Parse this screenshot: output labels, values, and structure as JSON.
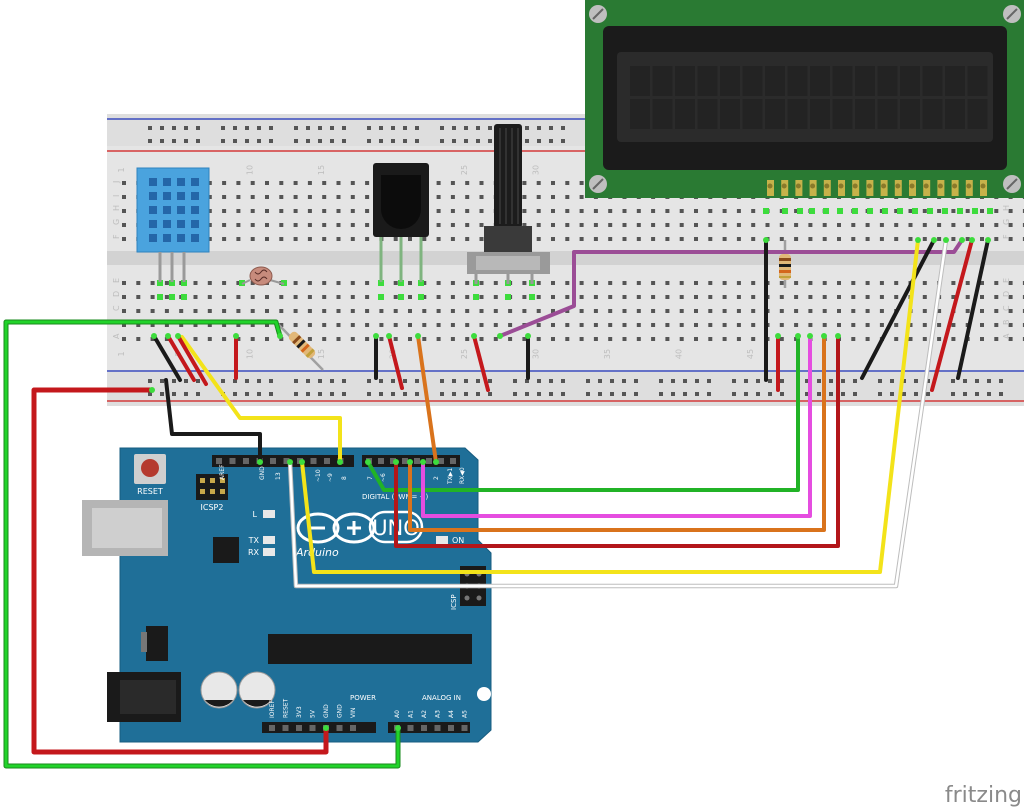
{
  "breadboard": {
    "row_letters_top": [
      "J",
      "I",
      "H",
      "G",
      "F"
    ],
    "row_letters_bottom": [
      "E",
      "D",
      "C",
      "B",
      "A"
    ],
    "column_numbers": [
      "1",
      "5",
      "10",
      "15",
      "20",
      "25",
      "30",
      "35",
      "40",
      "45"
    ]
  },
  "arduino": {
    "logo": "UNO",
    "brand": "Arduino",
    "reset_label": "RESET",
    "icsp2_label": "ICSP2",
    "icsp_label": "ICSP",
    "aref_label": "AREF",
    "gnd_label": "GND",
    "pin_13": "13",
    "pin_10": "~10",
    "pin_9": "~9",
    "pin_8": "8",
    "pin_7": "7",
    "pin_6": "~6",
    "pin_2": "2",
    "pin_tx": "TX▶1",
    "pin_rx": "RX◀0",
    "digital_label": "DIGITAL (PWM= ~)",
    "l_label": "L",
    "tx_label": "TX",
    "rx_label": "RX",
    "on_label": "ON",
    "power_label": "POWER",
    "analog_label": "ANALOG IN",
    "power_pins": [
      "IOREF",
      "RESET",
      "3V3",
      "5V",
      "GND",
      "GND",
      "VIN"
    ],
    "analog_pins": [
      "A0",
      "A1",
      "A2",
      "A3",
      "A4",
      "A5"
    ]
  },
  "watermark": "fritzing",
  "colors": {
    "board": "#1f6f98",
    "lcd_pcb": "#2a7a33",
    "wire_red": "#c4181c",
    "wire_green": "#21b326",
    "wire_yellow": "#f3e31a",
    "wire_black": "#1a1a1a",
    "wire_orange": "#d9731c",
    "wire_magenta": "#e54de0",
    "wire_purple": "#9b4d96",
    "wire_white": "#f2f2f2",
    "sensor_blue": "#4aa3de"
  }
}
